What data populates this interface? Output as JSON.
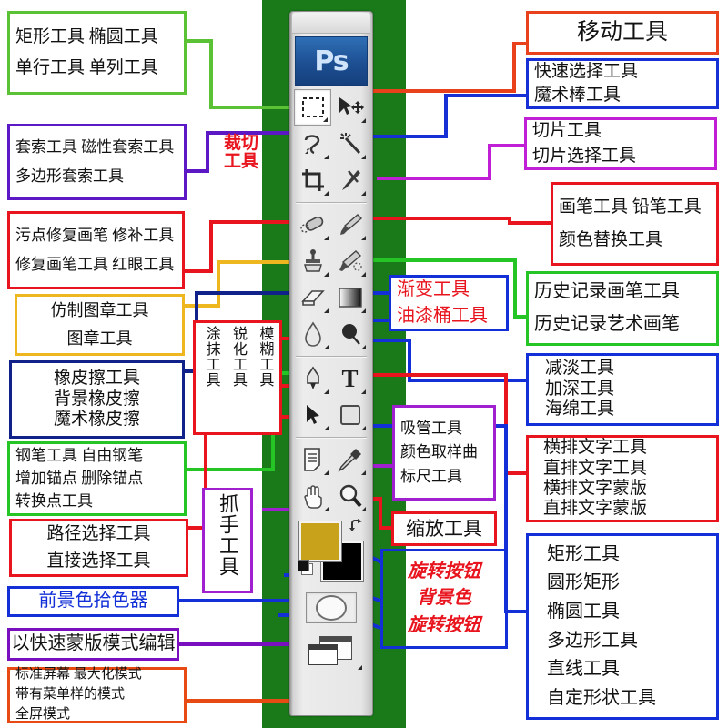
{
  "title": "Photoshop 工具箱注解图",
  "toolbox": {
    "logo": "Ps",
    "foreground_color": "#c8a21a",
    "background_color": "#000000",
    "icons": [
      "marquee-tool-icon",
      "move-tool-icon",
      "lasso-tool-icon",
      "magic-wand-tool-icon",
      "crop-tool-icon",
      "slice-tool-icon",
      "healing-brush-tool-icon",
      "brush-tool-icon",
      "clone-stamp-tool-icon",
      "history-brush-tool-icon",
      "eraser-tool-icon",
      "gradient-tool-icon",
      "blur-tool-icon",
      "dodge-tool-icon",
      "pen-tool-icon",
      "type-tool-icon",
      "path-selection-tool-icon",
      "shape-tool-icon",
      "notes-tool-icon",
      "eyedropper-tool-icon",
      "hand-tool-icon",
      "zoom-tool-icon",
      "swap-colors-icon",
      "default-colors-icon",
      "quick-mask-icon",
      "screen-mode-icon"
    ]
  },
  "annotations": {
    "marquee": {
      "lines": [
        "矩形工具  椭圆工具",
        "单行工具  单列工具"
      ],
      "color": "#5bc236"
    },
    "lasso": {
      "lines": [
        "套索工具   磁性套索工具",
        "多边形套索工具"
      ],
      "color": "#5b18c4"
    },
    "healing": {
      "lines": [
        "污点修复画笔   修补工具",
        "修复画笔工具   红眼工具"
      ],
      "color": "#e8141e"
    },
    "stamp": {
      "lines": [
        "仿制图章工具",
        "图章工具"
      ],
      "color": "#efb71f"
    },
    "eraser": {
      "lines": [
        "橡皮擦工具",
        "背景橡皮擦",
        "魔术橡皮擦"
      ],
      "color": "#10218a"
    },
    "pen": {
      "lines": [
        "钢笔工具      自由钢笔",
        "增加锚点    删除锚点",
        "转换点工具"
      ],
      "color": "#24c524"
    },
    "path_select": {
      "lines": [
        "路径选择工具",
        "直接选择工具"
      ],
      "color": "#e8141e"
    },
    "foreground_picker": {
      "lines": [
        "前景色拾色器"
      ],
      "color": "#1330d8",
      "text_color": "#1330d8"
    },
    "quick_mask": {
      "lines": [
        "以快速蒙版模式编辑"
      ],
      "color": "#7a0fc0"
    },
    "screen_modes": {
      "lines": [
        "标准屏幕   最大化模式",
        "带有菜单样的模式",
        "全屏模式"
      ],
      "color": "#e84a14"
    },
    "crop": {
      "lines": [
        "裁切",
        "工具"
      ],
      "color": "#e8141e",
      "text_color": "#e8141e"
    },
    "smudge_group": {
      "columns": [
        "涂抹工具",
        "锐化工具",
        "模糊工具"
      ],
      "color": "#e8141e"
    },
    "hand": {
      "columns": [
        "抓手工具"
      ],
      "color": "#a020d0"
    },
    "move": {
      "lines": [
        "移动工具"
      ],
      "color": "#e8411b"
    },
    "quick_select": {
      "lines": [
        "快速选择工具",
        "魔术棒工具"
      ],
      "color": "#1730d6"
    },
    "slice": {
      "lines": [
        "切片工具",
        "切片选择工具"
      ],
      "color": "#c11fd6"
    },
    "brush": {
      "lines": [
        "画笔工具   铅笔工具",
        "颜色替换工具"
      ],
      "color": "#e8141e"
    },
    "history_brush": {
      "lines": [
        "历史记录画笔工具",
        "历史记录艺术画笔"
      ],
      "color": "#24c524"
    },
    "dodge": {
      "lines": [
        "减淡工具",
        "加深工具",
        "海绵工具"
      ],
      "color": "#1330d8"
    },
    "type": {
      "lines": [
        "横排文字工具",
        "直排文字工具",
        "横排文字蒙版",
        "直排文字蒙版"
      ],
      "color": "#e8141e"
    },
    "shapes": {
      "lines": [
        "矩形工具",
        "圆形矩形",
        "椭圆工具",
        "多边形工具",
        "直线工具",
        "自定形状工具"
      ],
      "color": "#1330d8"
    },
    "gradient": {
      "lines": [
        "渐变工具",
        "油漆桶工具"
      ],
      "color": "#1330d8",
      "text_color": "#e8141e"
    },
    "eyedropper": {
      "lines": [
        "吸管工具",
        "颜色取样曲",
        "标尺工具"
      ],
      "color": "#a020d0"
    },
    "zoom": {
      "lines": [
        "缩放工具"
      ],
      "color": "#e8141e"
    },
    "rotate_bg": {
      "lines": [
        "旋转按钮",
        "背景色",
        "旋转按钮"
      ],
      "color": "#1330d8",
      "text_color": "#e8141e"
    }
  }
}
